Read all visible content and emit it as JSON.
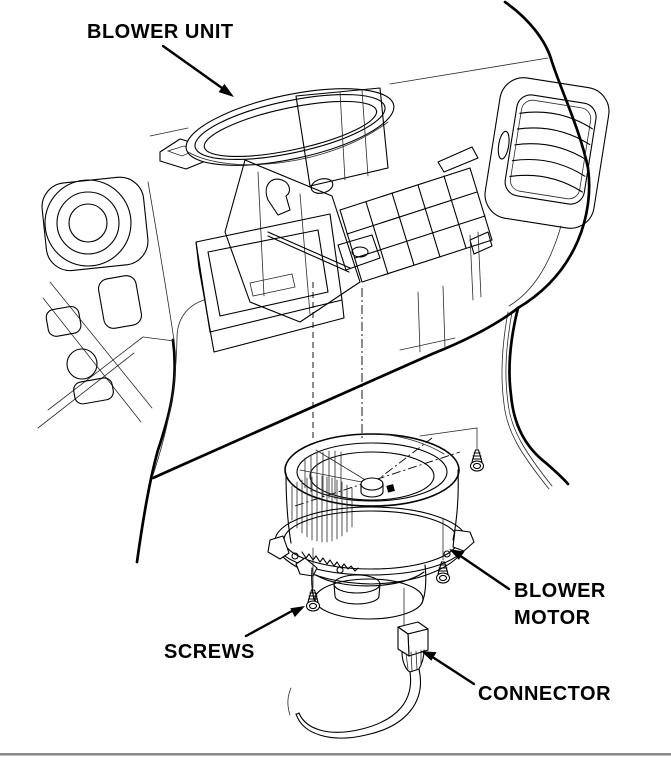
{
  "page": {
    "background_color": "#ffffff",
    "divider_color": "#8c8c8c",
    "line_color": "#000000"
  },
  "diagram": {
    "labels": {
      "blower_unit": "BLOWER UNIT",
      "blower_motor_line1": "BLOWER",
      "blower_motor_line2": "MOTOR",
      "screws": "SCREWS",
      "connector": "CONNECTOR"
    },
    "parts": [
      {
        "name": "blower-unit",
        "label": "BLOWER UNIT"
      },
      {
        "name": "blower-motor",
        "label": "BLOWER MOTOR"
      },
      {
        "name": "screws",
        "label": "SCREWS",
        "count": 3
      },
      {
        "name": "connector",
        "label": "CONNECTOR"
      }
    ]
  }
}
